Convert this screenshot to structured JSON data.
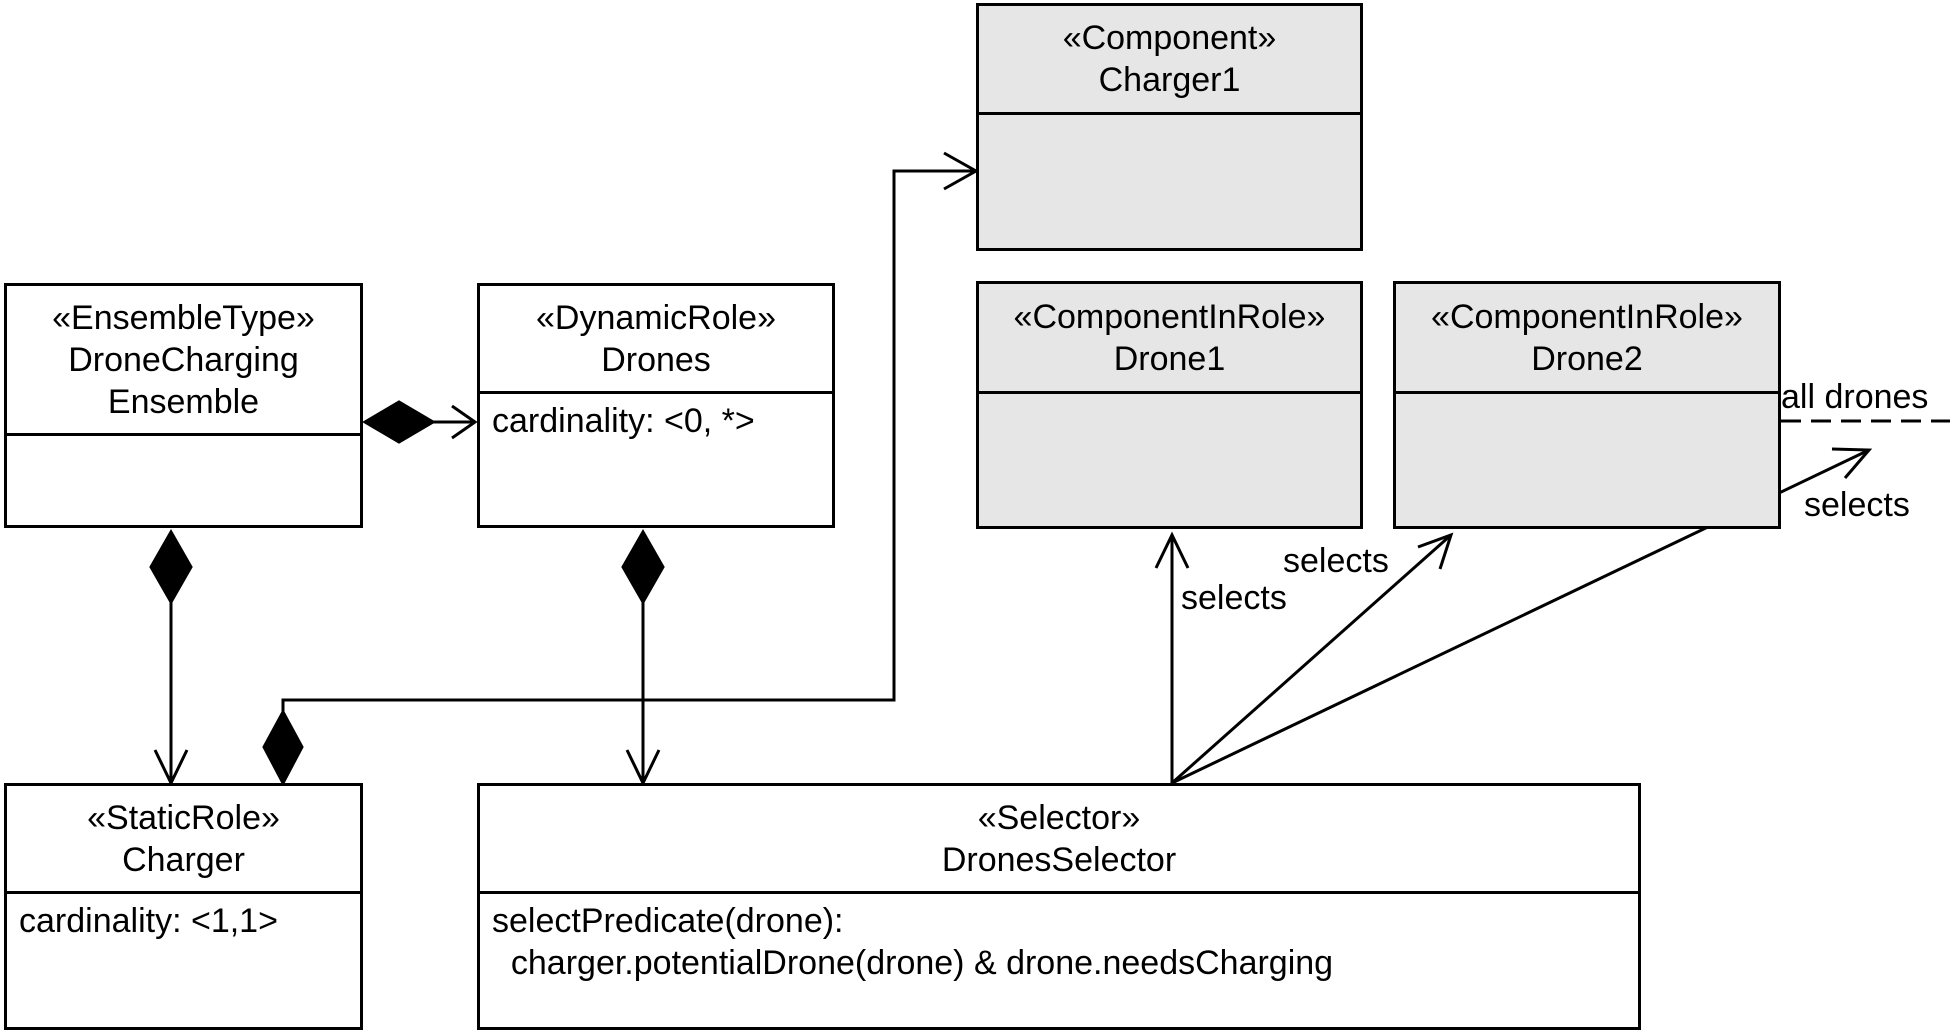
{
  "boxes": {
    "ensemble": {
      "stereotype": "«EnsembleType»",
      "name_line1": "DroneCharging",
      "name_line2": "Ensemble",
      "body": ""
    },
    "drones": {
      "stereotype": "«DynamicRole»",
      "name": "Drones",
      "body": "cardinality: <0, *>"
    },
    "charger": {
      "stereotype": "«StaticRole»",
      "name": "Charger",
      "body": "cardinality: <1,1>"
    },
    "selector": {
      "stereotype": "«Selector»",
      "name": "DronesSelector",
      "body_line1": "selectPredicate(drone):",
      "body_line2": "  charger.potentialDrone(drone) & drone.needsCharging"
    },
    "charger1": {
      "stereotype": "«Component»",
      "name": "Charger1",
      "body": ""
    },
    "drone1": {
      "stereotype": "«ComponentInRole»",
      "name": "Drone1",
      "body": ""
    },
    "drone2": {
      "stereotype": "«ComponentInRole»",
      "name": "Drone2",
      "body": ""
    }
  },
  "labels": {
    "selects_drone1": "selects",
    "selects_drone2": "selects",
    "selects_all": "selects",
    "all_drones": "all drones"
  },
  "colors": {
    "instance_fill": "#e6e6e6",
    "line": "#000000",
    "class_fill": "#ffffff"
  }
}
